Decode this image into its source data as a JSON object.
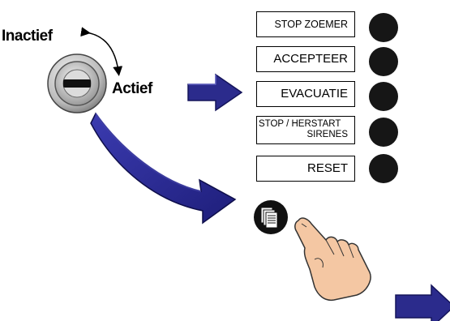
{
  "key_switch": {
    "inactive_label": "Inactief",
    "active_label": "Actief"
  },
  "control_panel": {
    "buttons": [
      {
        "label": "STOP ZOEMER",
        "led_color": "#161616"
      },
      {
        "label": "ACCEPTEER",
        "led_color": "#161616"
      },
      {
        "label": "EVACUATIE",
        "led_color": "#161616"
      },
      {
        "label_line1": "STOP / HERSTART",
        "label_line2": "SIRENES",
        "led_color": "#161616"
      },
      {
        "label": "RESET",
        "led_color": "#161616"
      }
    ]
  },
  "colors": {
    "arrow_fill": "#2b2b8c",
    "arrow_shade": "#14145a",
    "led": "#161616",
    "hand_skin": "#f4c7a3"
  },
  "icons": {
    "key_switch": "key-switch-icon",
    "document": "document-icon",
    "hand": "pointing-hand-icon"
  }
}
